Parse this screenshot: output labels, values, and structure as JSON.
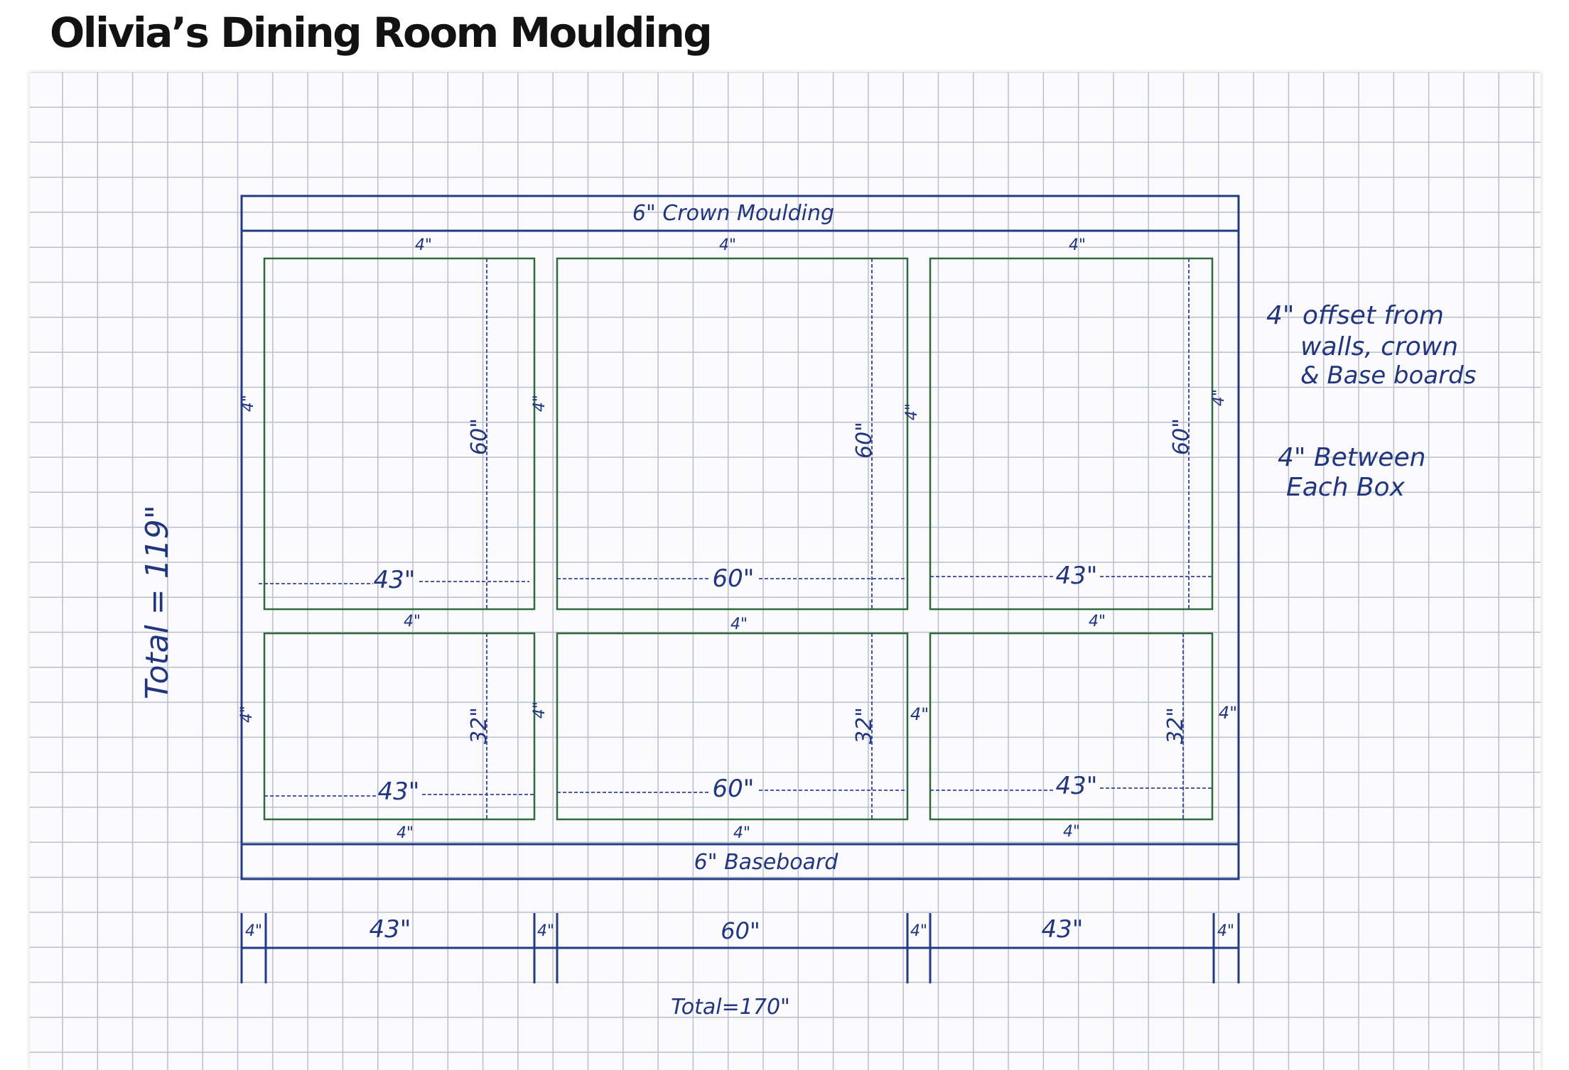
{
  "title": "Olivia’s Dining Room Moulding",
  "labels": {
    "crown": "6\" Crown Moulding",
    "baseboard": "6\" Baseboard",
    "gap": "4\"",
    "width_small": "43\"",
    "width_large": "60\"",
    "height_upper": "60\"",
    "height_lower": "32\"",
    "total_height": "Total = 119\"",
    "total_width": "Total=170\""
  },
  "notes": {
    "offset": [
      "4\" offset from",
      "walls, crown",
      "& Base boards"
    ],
    "between": [
      "4\" Between",
      "Each Box"
    ]
  },
  "colors": {
    "ink": "#22357f",
    "panel": "#2f6a3c",
    "grid": "#b9bfcc"
  }
}
